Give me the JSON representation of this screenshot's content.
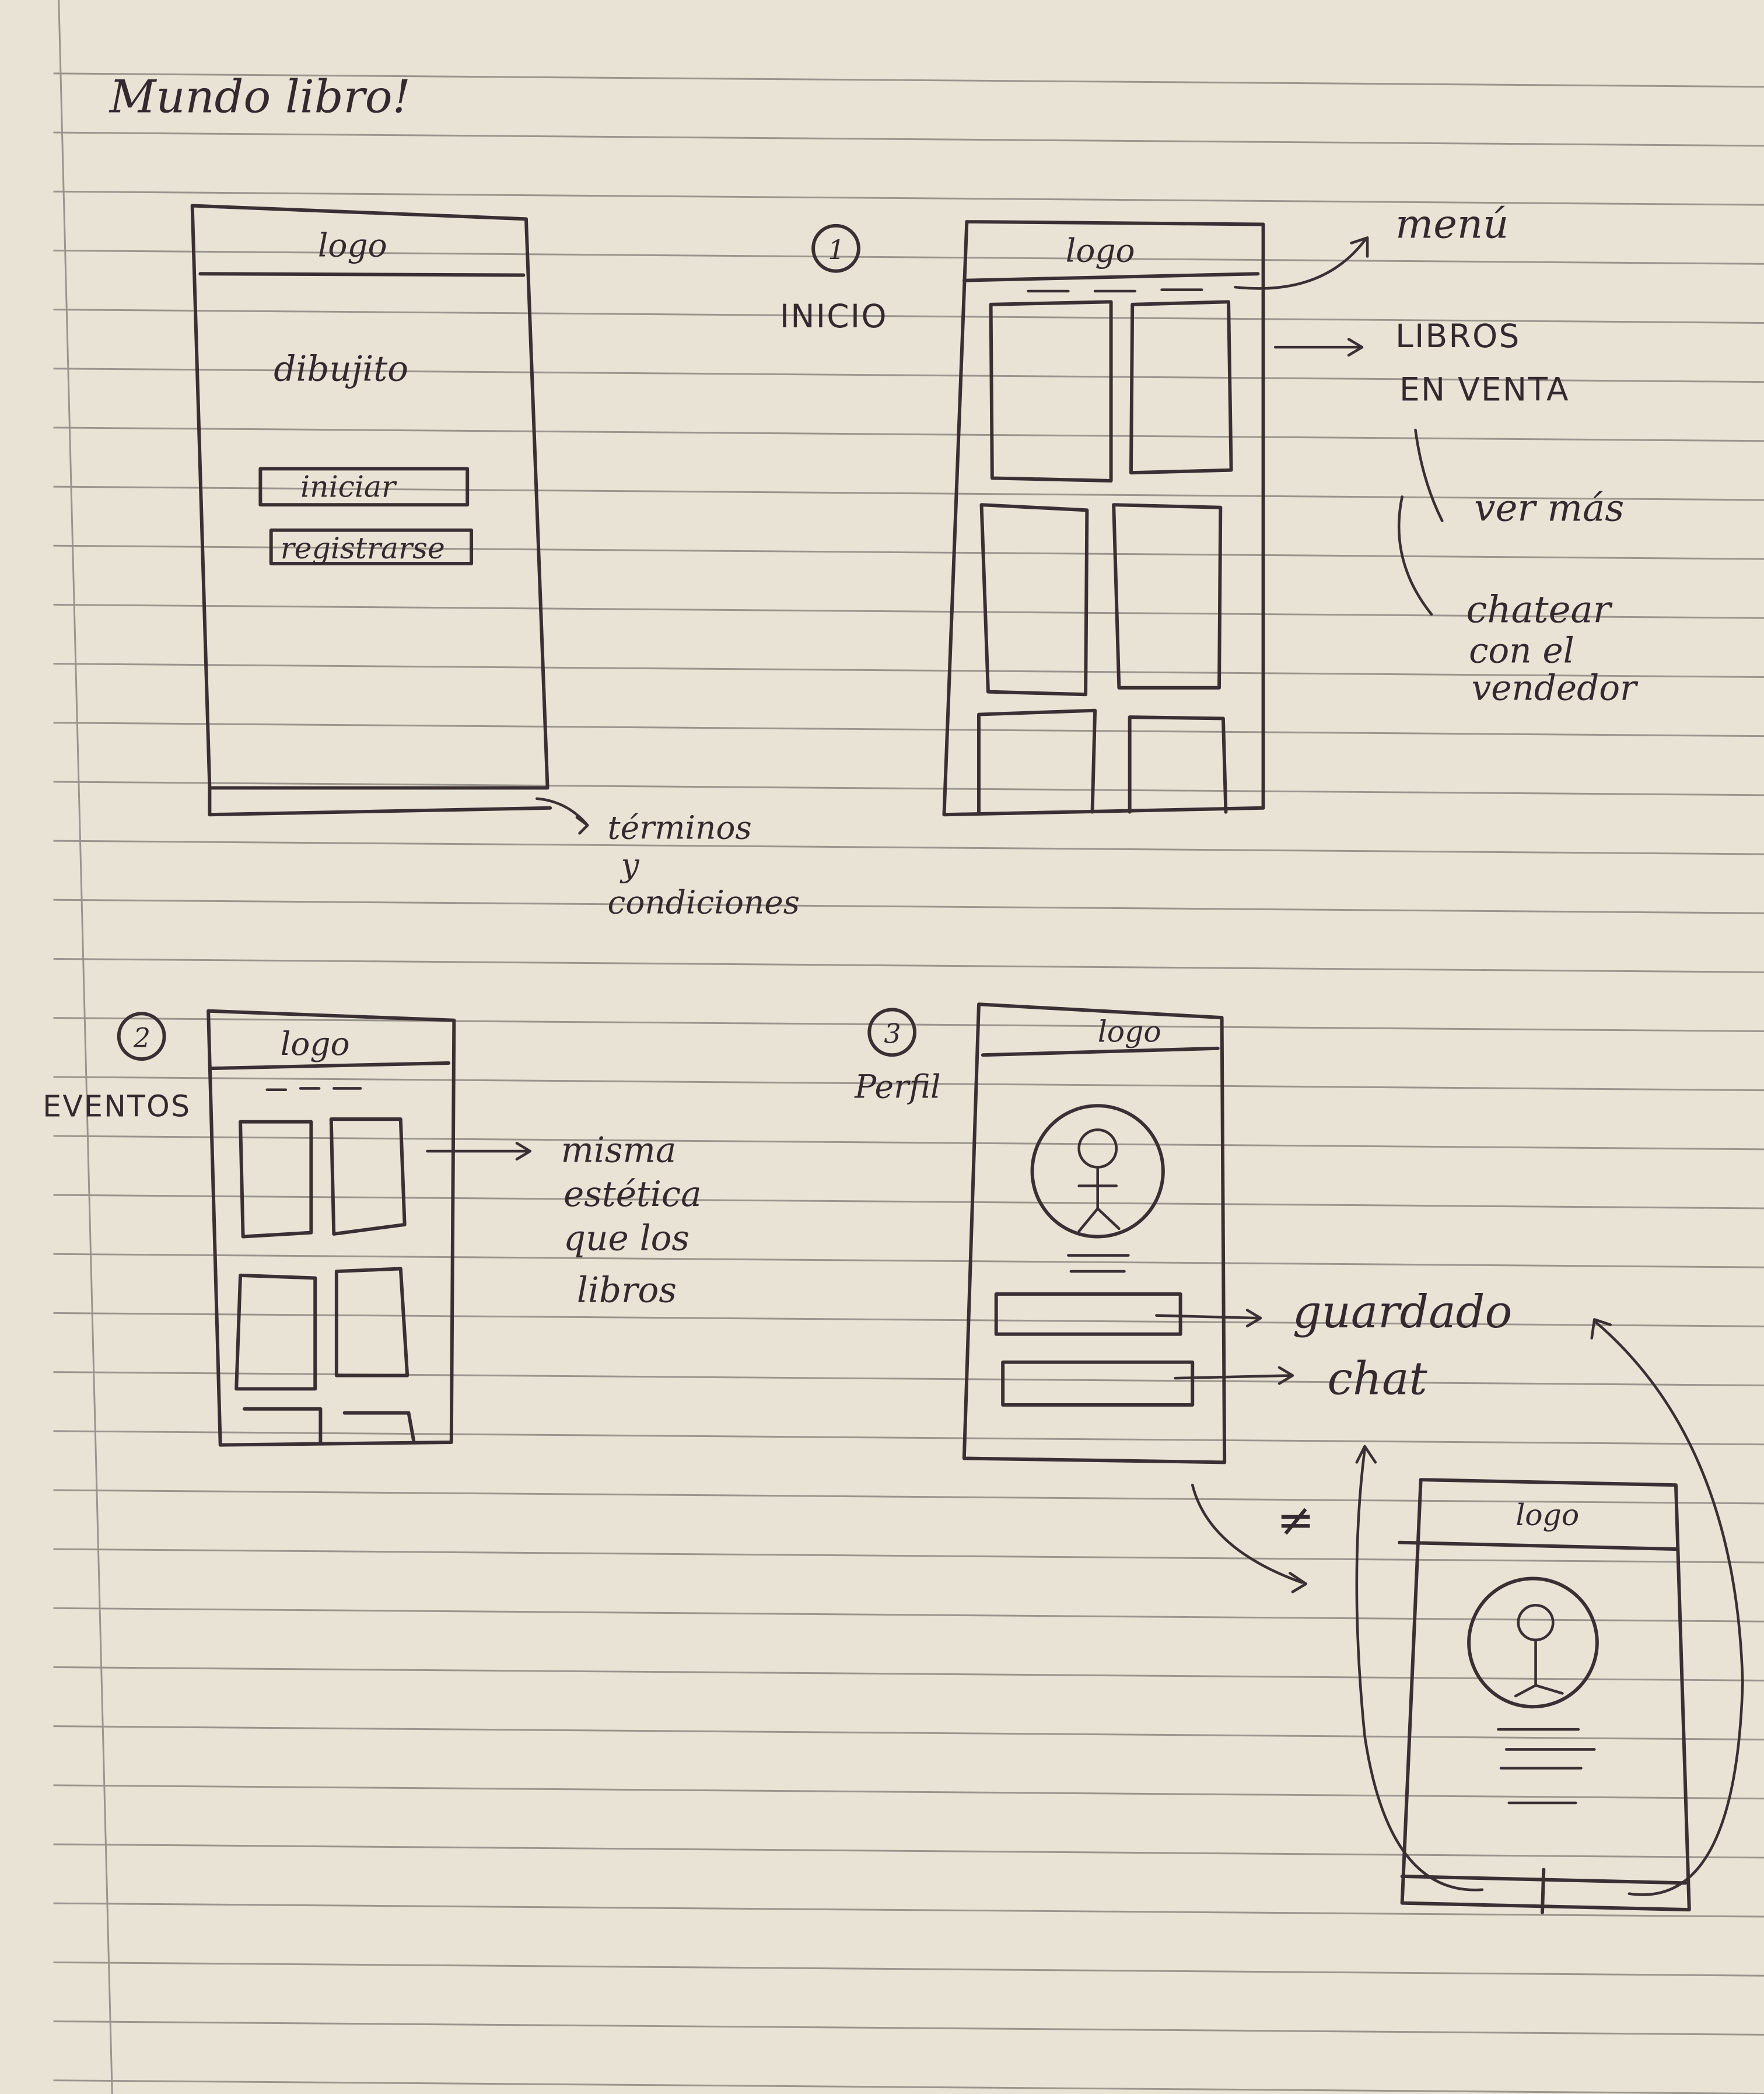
{
  "title": "Mundo libro!",
  "screens": {
    "welcome": {
      "logo": "logo",
      "illustration": "dibujito",
      "login_button": "iniciar",
      "register_button": "registrarse",
      "footer_note_1": "términos",
      "footer_note_2": "y",
      "footer_note_3": "condiciones"
    },
    "home": {
      "number": "1",
      "label": "INICIO",
      "logo": "logo",
      "note_menu": "menú",
      "note_books_1": "LIBROS",
      "note_books_2": "EN VENTA",
      "note_more": "ver más",
      "note_chat_1": "chatear",
      "note_chat_2": "con el",
      "note_chat_3": "vendedor"
    },
    "events": {
      "number": "2",
      "label": "EVENTOS",
      "logo": "logo",
      "note_1": "misma",
      "note_2": "estética",
      "note_3": "que los",
      "note_4": "libros"
    },
    "profile": {
      "number": "3",
      "label": "Perfil",
      "logo": "logo",
      "note_saved": "guardado",
      "note_chat": "chat",
      "not_equal": "≠",
      "other_profile_logo": "logo"
    }
  }
}
